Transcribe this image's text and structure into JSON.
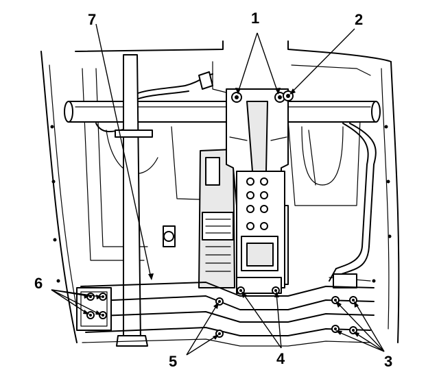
{
  "figure": {
    "callouts": [
      {
        "id": "callout-1",
        "text": "1"
      },
      {
        "id": "callout-2",
        "text": "2"
      },
      {
        "id": "callout-3",
        "text": "3"
      },
      {
        "id": "callout-4",
        "text": "4"
      },
      {
        "id": "callout-5",
        "text": "5"
      },
      {
        "id": "callout-6",
        "text": "6"
      },
      {
        "id": "callout-7",
        "text": "7"
      }
    ]
  }
}
